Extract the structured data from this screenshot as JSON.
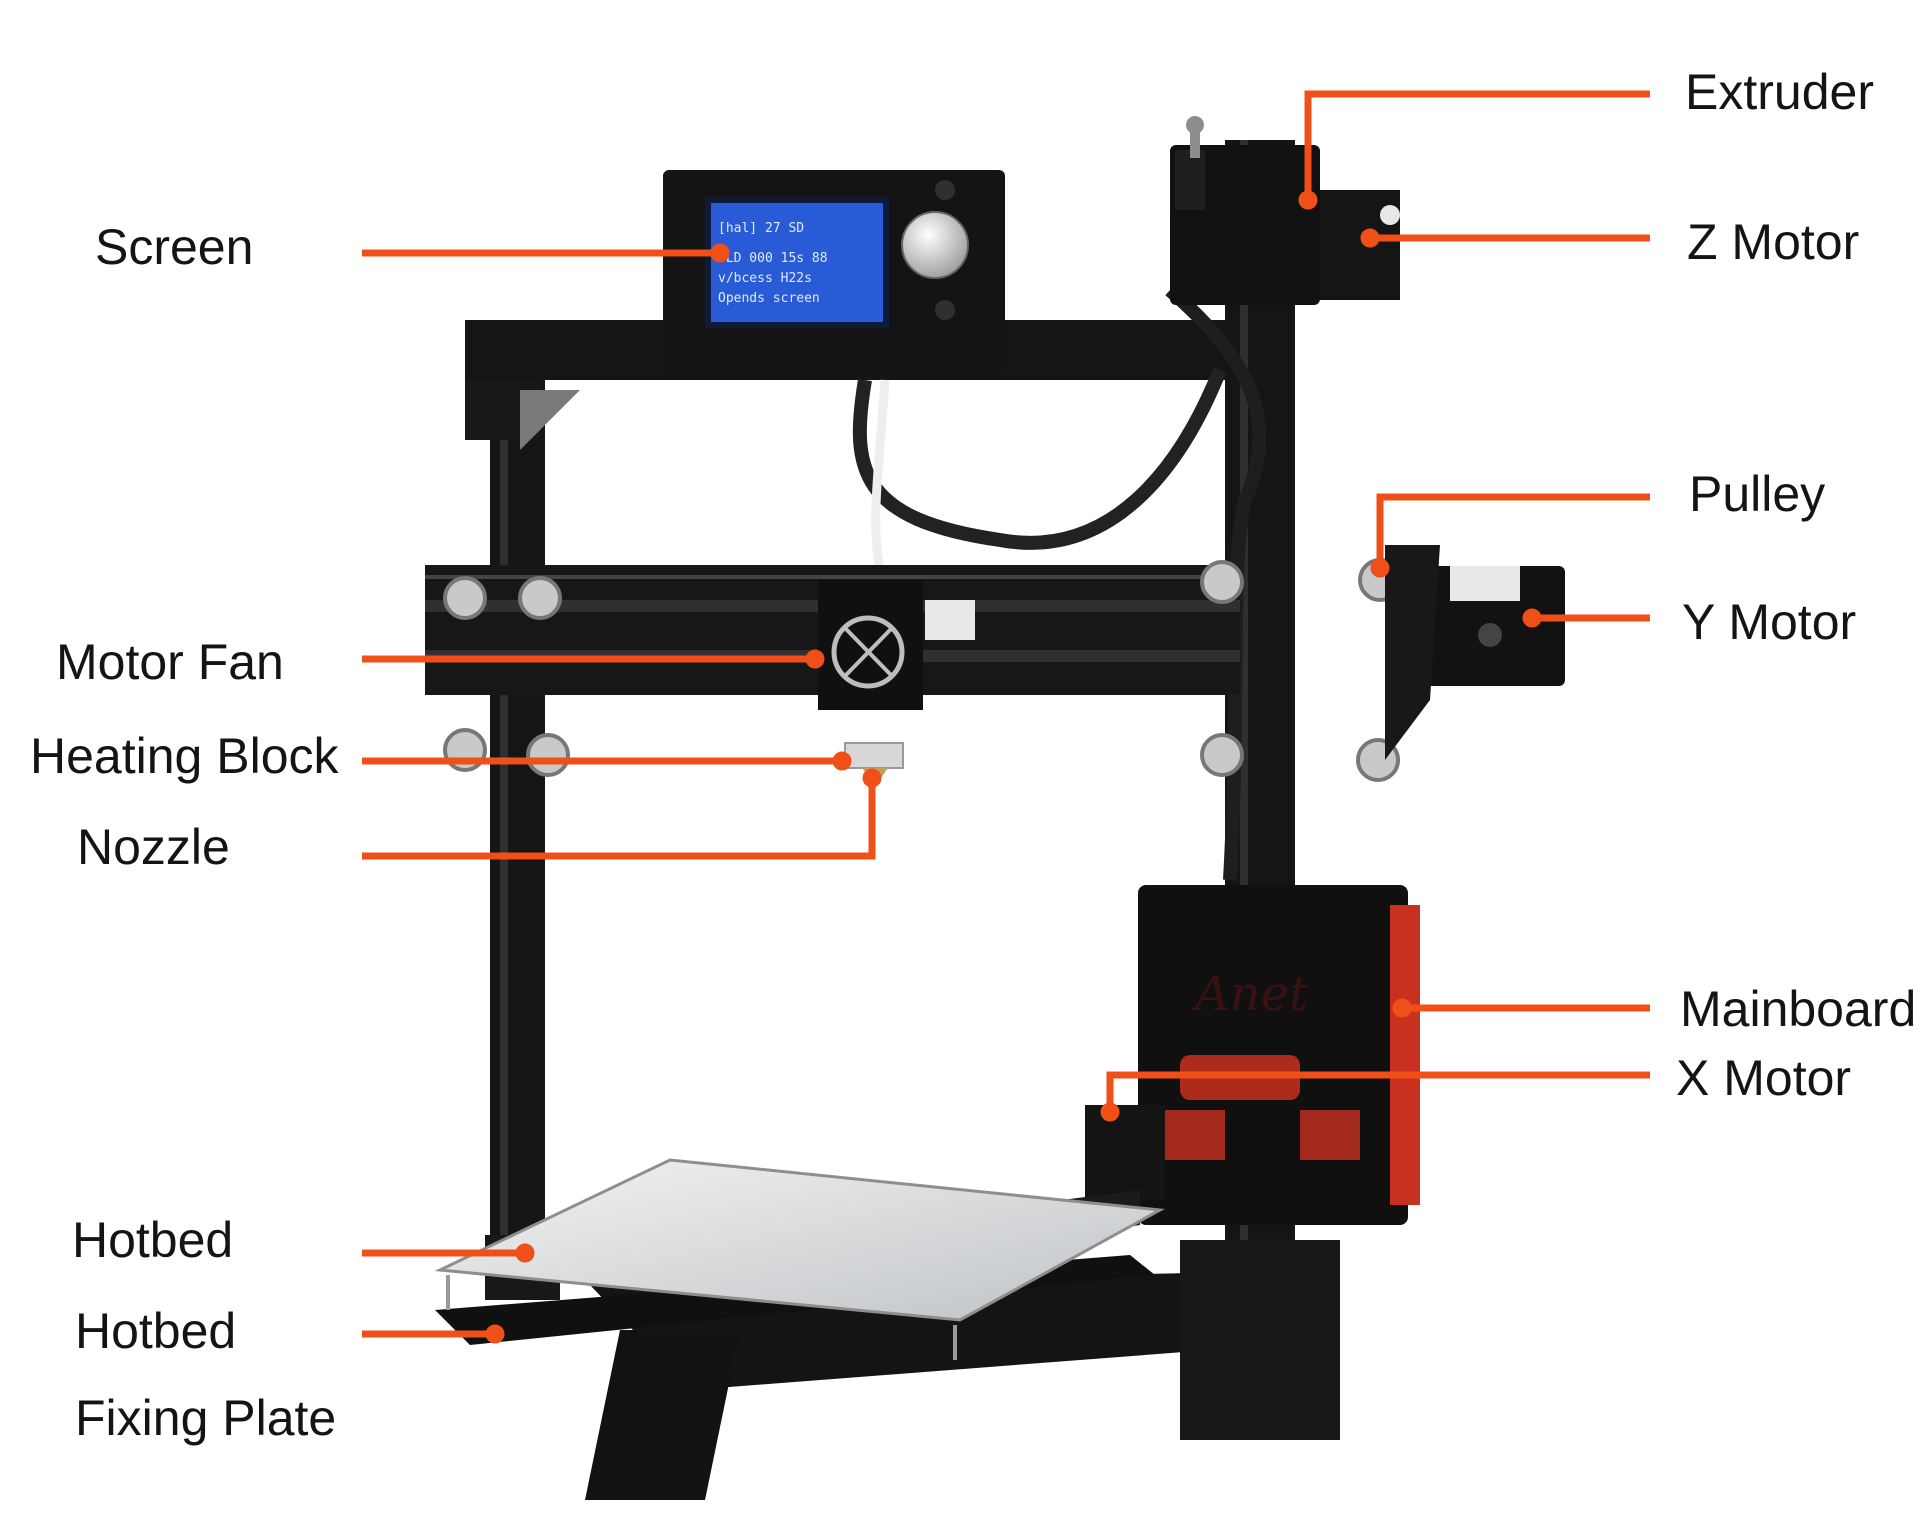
{
  "colors": {
    "leader": "#f05018",
    "frame": "#151515",
    "frame_highlight": "#2f2f2f",
    "lcd": "#2a5bd6",
    "lcd_text": "#dfe8ff",
    "bed": "#d8dadc",
    "board_red": "#c83020",
    "background": "#ffffff",
    "text": "#141414"
  },
  "lcd_screen": {
    "lines": [
      "[hal]  27    SD",
      "SLD 000   15s  88",
      "v/bcess  H22s",
      "Opends screen"
    ]
  },
  "logo_text": "Anet",
  "labels": {
    "screen": "Screen",
    "motor_fan": "Motor Fan",
    "heating_block": "Heating Block",
    "nozzle": "Nozzle",
    "hotbed": "Hotbed",
    "hotbed_fixing_plate_line1": "Hotbed",
    "hotbed_fixing_plate_line2": "Fixing Plate",
    "extruder": "Extruder",
    "z_motor": "Z Motor",
    "pulley": "Pulley",
    "y_motor": "Y Motor",
    "mainboard": "Mainboard",
    "x_motor": "X Motor"
  }
}
